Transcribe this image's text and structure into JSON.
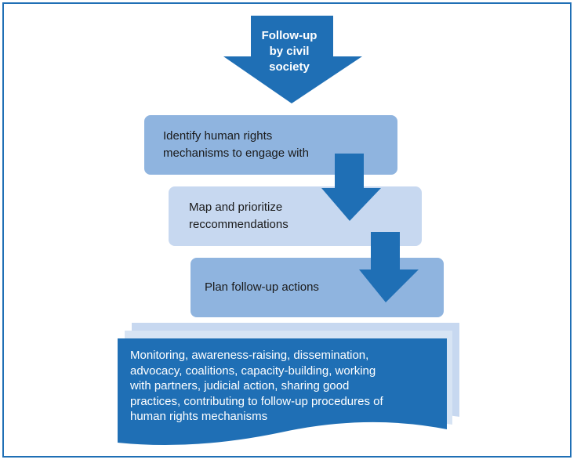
{
  "diagram": {
    "top_arrow_label": "Follow-up\nby civil\nsociety",
    "steps": [
      {
        "text": "Identify human rights\nmechanisms to engage with"
      },
      {
        "text": "Map and prioritize\nreccommendations"
      },
      {
        "text": "Plan follow-up actions"
      }
    ],
    "activities_text": "Monitoring,  awareness-raising, dissemination,\nadvocacy, coalitions,  capacity-building, working\nwith partners, judicial action, sharing good\npractices, contributing to follow-up procedures of\nhuman rights mechanisms"
  },
  "colors": {
    "dark_blue": "#1f6fb5",
    "medium_blue": "#8fb4df",
    "light_blue": "#c7d8f0",
    "pale_blue": "#d7e4f4"
  }
}
